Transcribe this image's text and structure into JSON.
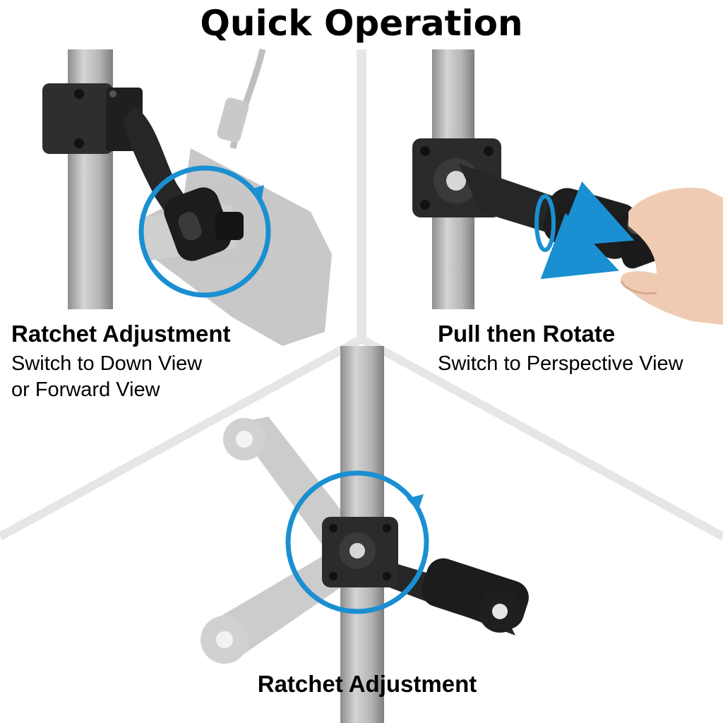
{
  "title": "Quick Operation",
  "panels": [
    {
      "heading": "Ratchet Adjustment",
      "lines": [
        "Switch to Down View",
        "or Forward View"
      ]
    },
    {
      "heading": "Pull then Rotate",
      "lines": [
        "Switch to Perspective View"
      ]
    },
    {
      "heading": "Ratchet Adjustment",
      "lines": []
    }
  ],
  "colors": {
    "accent": "#1a8fd1",
    "pole": "#b9b9b9",
    "mount": "#2b2b2b",
    "divider": "#e6e6e6"
  }
}
